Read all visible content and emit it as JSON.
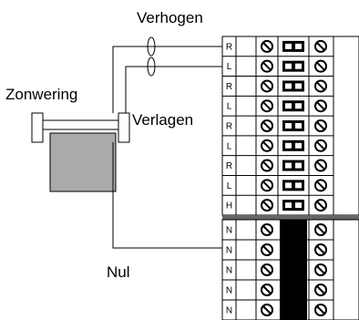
{
  "labels": {
    "top": "Verhogen",
    "left": "Zonwering",
    "middle": "Verlagen",
    "bottom": "Nul"
  },
  "terminal_block": {
    "upper_rows": [
      "R",
      "L",
      "R",
      "L",
      "R",
      "L",
      "R",
      "L",
      "H"
    ],
    "lower_rows": [
      "N",
      "N",
      "N",
      "N",
      "N"
    ]
  },
  "colors": {
    "line": "#000000",
    "shade": "#aaaaaa",
    "divider": "#666666",
    "jumper_bar": "#000000"
  },
  "icons": [
    "screw-terminal-icon",
    "double-slot-connector-icon"
  ]
}
